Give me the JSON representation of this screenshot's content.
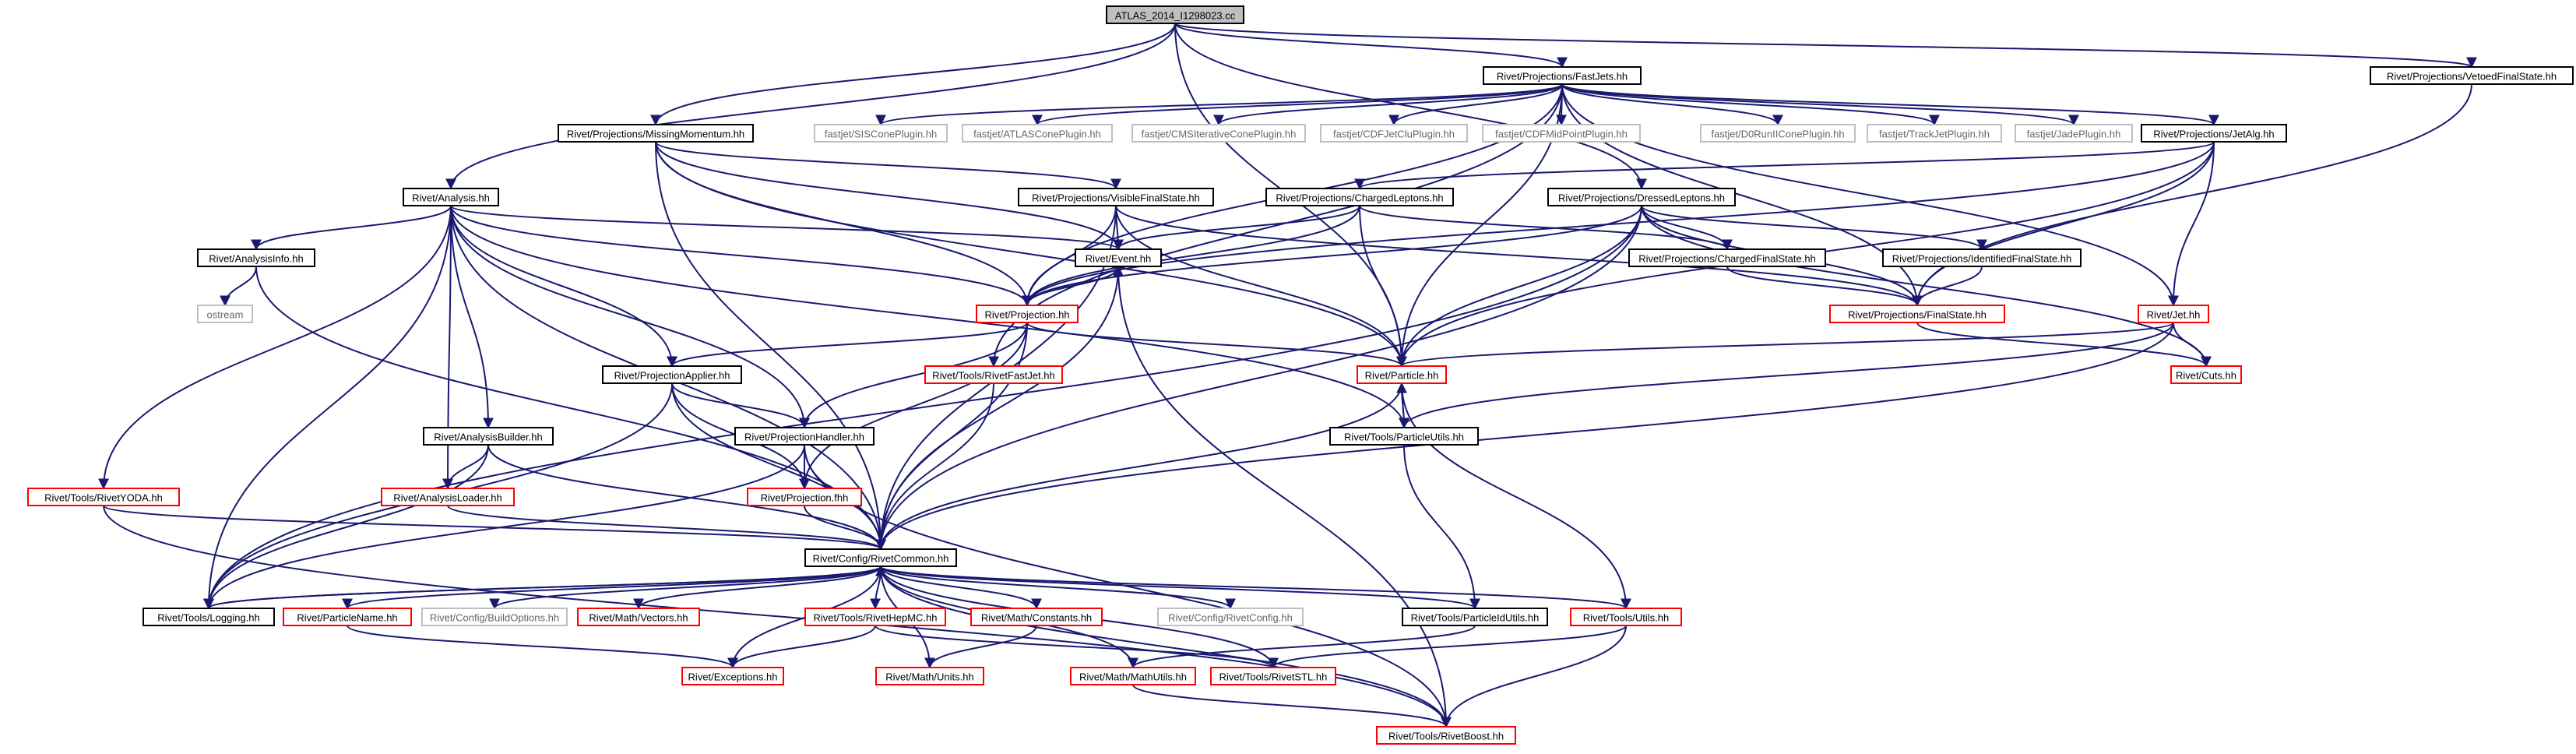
{
  "colors": {
    "edge": "#191970",
    "root_fill": "#bfbfbf",
    "root_border": "#000000",
    "documented_border": "#000000",
    "undocumented_border": "#ff0000",
    "external_border": "#bfbfbf",
    "external_text": "#666666",
    "background": "#ffffff"
  },
  "nodes": [
    {
      "id": "root",
      "label": "ATLAS_2014_I1298023.cc",
      "kind": "root"
    },
    {
      "id": "fastjets",
      "label": "Rivet/Projections/FastJets.hh",
      "kind": "documented"
    },
    {
      "id": "vetoedfs",
      "label": "Rivet/Projections/VetoedFinalState.hh",
      "kind": "documented"
    },
    {
      "id": "missingmom",
      "label": "Rivet/Projections/MissingMomentum.hh",
      "kind": "documented"
    },
    {
      "id": "siscone",
      "label": "fastjet/SISConePlugin.hh",
      "kind": "external"
    },
    {
      "id": "atlascone",
      "label": "fastjet/ATLASConePlugin.hh",
      "kind": "external"
    },
    {
      "id": "cmscone",
      "label": "fastjet/CMSIterativeConePlugin.hh",
      "kind": "external"
    },
    {
      "id": "cdfjetclu",
      "label": "fastjet/CDFJetCluPlugin.hh",
      "kind": "external"
    },
    {
      "id": "cdfmidpoint",
      "label": "fastjet/CDFMidPointPlugin.hh",
      "kind": "external"
    },
    {
      "id": "d0run",
      "label": "fastjet/D0RunIIConePlugin.hh",
      "kind": "external"
    },
    {
      "id": "trackjet",
      "label": "fastjet/TrackJetPlugin.hh",
      "kind": "external"
    },
    {
      "id": "jade",
      "label": "fastjet/JadePlugin.hh",
      "kind": "external"
    },
    {
      "id": "jetalg",
      "label": "Rivet/Projections/JetAlg.hh",
      "kind": "documented"
    },
    {
      "id": "analysis",
      "label": "Rivet/Analysis.hh",
      "kind": "documented"
    },
    {
      "id": "visiblefs",
      "label": "Rivet/Projections/VisibleFinalState.hh",
      "kind": "documented"
    },
    {
      "id": "chargedleptons",
      "label": "Rivet/Projections/ChargedLeptons.hh",
      "kind": "documented"
    },
    {
      "id": "dressedleptons",
      "label": "Rivet/Projections/DressedLeptons.hh",
      "kind": "documented"
    },
    {
      "id": "analysisinfo",
      "label": "Rivet/AnalysisInfo.hh",
      "kind": "documented"
    },
    {
      "id": "event",
      "label": "Rivet/Event.hh",
      "kind": "documented"
    },
    {
      "id": "chargedfs",
      "label": "Rivet/Projections/ChargedFinalState.hh",
      "kind": "documented"
    },
    {
      "id": "identifiedfs",
      "label": "Rivet/Projections/IdentifiedFinalState.hh",
      "kind": "documented"
    },
    {
      "id": "ostream",
      "label": "ostream",
      "kind": "external"
    },
    {
      "id": "projection",
      "label": "Rivet/Projection.hh",
      "kind": "undocumented"
    },
    {
      "id": "finalstate",
      "label": "Rivet/Projections/FinalState.hh",
      "kind": "undocumented"
    },
    {
      "id": "jet",
      "label": "Rivet/Jet.hh",
      "kind": "undocumented"
    },
    {
      "id": "rivetfastjet",
      "label": "Rivet/Tools/RivetFastJet.hh",
      "kind": "undocumented"
    },
    {
      "id": "particle",
      "label": "Rivet/Particle.hh",
      "kind": "undocumented"
    },
    {
      "id": "cuts",
      "label": "Rivet/Cuts.hh",
      "kind": "undocumented"
    },
    {
      "id": "projapplier",
      "label": "Rivet/ProjectionApplier.hh",
      "kind": "documented"
    },
    {
      "id": "analysisbuilder",
      "label": "Rivet/AnalysisBuilder.hh",
      "kind": "documented"
    },
    {
      "id": "projhandler",
      "label": "Rivet/ProjectionHandler.hh",
      "kind": "documented"
    },
    {
      "id": "particleutils",
      "label": "Rivet/Tools/ParticleUtils.hh",
      "kind": "documented"
    },
    {
      "id": "rivetyoda",
      "label": "Rivet/Tools/RivetYODA.hh",
      "kind": "undocumented"
    },
    {
      "id": "analysisloader",
      "label": "Rivet/AnalysisLoader.hh",
      "kind": "undocumented"
    },
    {
      "id": "projectionfhh",
      "label": "Rivet/Projection.fhh",
      "kind": "undocumented"
    },
    {
      "id": "rivetcommon",
      "label": "Rivet/Config/RivetCommon.hh",
      "kind": "documented"
    },
    {
      "id": "logging",
      "label": "Rivet/Tools/Logging.hh",
      "kind": "documented"
    },
    {
      "id": "particlename",
      "label": "Rivet/ParticleName.hh",
      "kind": "undocumented"
    },
    {
      "id": "buildoptions",
      "label": "Rivet/Config/BuildOptions.hh",
      "kind": "external"
    },
    {
      "id": "vectors",
      "label": "Rivet/Math/Vectors.hh",
      "kind": "undocumented"
    },
    {
      "id": "rivethepmc",
      "label": "Rivet/Tools/RivetHepMC.hh",
      "kind": "undocumented"
    },
    {
      "id": "constants",
      "label": "Rivet/Math/Constants.hh",
      "kind": "undocumented"
    },
    {
      "id": "rivetconfig",
      "label": "Rivet/Config/RivetConfig.hh",
      "kind": "external"
    },
    {
      "id": "particleidutils",
      "label": "Rivet/Tools/ParticleIdUtils.hh",
      "kind": "documented"
    },
    {
      "id": "utils",
      "label": "Rivet/Tools/Utils.hh",
      "kind": "undocumented"
    },
    {
      "id": "exceptions",
      "label": "Rivet/Exceptions.hh",
      "kind": "undocumented"
    },
    {
      "id": "units",
      "label": "Rivet/Math/Units.hh",
      "kind": "undocumented"
    },
    {
      "id": "mathutils",
      "label": "Rivet/Math/MathUtils.hh",
      "kind": "undocumented"
    },
    {
      "id": "rivetstl",
      "label": "Rivet/Tools/RivetSTL.hh",
      "kind": "undocumented"
    },
    {
      "id": "rivetboost",
      "label": "Rivet/Tools/RivetBoost.hh",
      "kind": "undocumented"
    }
  ],
  "edges": [
    [
      "root",
      "fastjets"
    ],
    [
      "root",
      "vetoedfs"
    ],
    [
      "root",
      "missingmom"
    ],
    [
      "root",
      "analysis"
    ],
    [
      "root",
      "dressedleptons"
    ],
    [
      "root",
      "particle"
    ],
    [
      "fastjets",
      "siscone"
    ],
    [
      "fastjets",
      "atlascone"
    ],
    [
      "fastjets",
      "cmscone"
    ],
    [
      "fastjets",
      "cdfjetclu"
    ],
    [
      "fastjets",
      "cdfmidpoint"
    ],
    [
      "fastjets",
      "d0run"
    ],
    [
      "fastjets",
      "trackjet"
    ],
    [
      "fastjets",
      "jade"
    ],
    [
      "fastjets",
      "jetalg"
    ],
    [
      "fastjets",
      "projection"
    ],
    [
      "fastjets",
      "particle"
    ],
    [
      "fastjets",
      "jet"
    ],
    [
      "fastjets",
      "finalstate"
    ],
    [
      "fastjets",
      "rivetfastjet"
    ],
    [
      "vetoedfs",
      "finalstate"
    ],
    [
      "missingmom",
      "event"
    ],
    [
      "missingmom",
      "projection"
    ],
    [
      "missingmom",
      "visiblefs"
    ],
    [
      "missingmom",
      "particle"
    ],
    [
      "missingmom",
      "rivetcommon"
    ],
    [
      "jetalg",
      "chargedleptons"
    ],
    [
      "jetalg",
      "projection"
    ],
    [
      "jetalg",
      "finalstate"
    ],
    [
      "jetalg",
      "jet"
    ],
    [
      "jetalg",
      "particle"
    ],
    [
      "analysis",
      "analysisinfo"
    ],
    [
      "analysis",
      "event"
    ],
    [
      "analysis",
      "projection"
    ],
    [
      "analysis",
      "projapplier"
    ],
    [
      "analysis",
      "projhandler"
    ],
    [
      "analysis",
      "analysisbuilder"
    ],
    [
      "analysis",
      "analysisloader"
    ],
    [
      "analysis",
      "rivetyoda"
    ],
    [
      "analysis",
      "logging"
    ],
    [
      "analysis",
      "rivetcommon"
    ],
    [
      "analysis",
      "particleutils"
    ],
    [
      "visiblefs",
      "finalstate"
    ],
    [
      "visiblefs",
      "event"
    ],
    [
      "visiblefs",
      "projection"
    ],
    [
      "visiblefs",
      "particle"
    ],
    [
      "visiblefs",
      "rivetcommon"
    ],
    [
      "chargedleptons",
      "chargedfs"
    ],
    [
      "chargedleptons",
      "event"
    ],
    [
      "chargedleptons",
      "projection"
    ],
    [
      "chargedleptons",
      "particle"
    ],
    [
      "dressedleptons",
      "chargedfs"
    ],
    [
      "dressedleptons",
      "identifiedfs"
    ],
    [
      "dressedleptons",
      "finalstate"
    ],
    [
      "dressedleptons",
      "projection"
    ],
    [
      "dressedleptons",
      "particle"
    ],
    [
      "dressedleptons",
      "logging"
    ],
    [
      "dressedleptons",
      "cuts"
    ],
    [
      "dressedleptons",
      "rivetcommon"
    ],
    [
      "analysisinfo",
      "ostream"
    ],
    [
      "analysisinfo",
      "rivetcommon"
    ],
    [
      "event",
      "projection"
    ],
    [
      "event",
      "rivetcommon"
    ],
    [
      "event",
      "rivetboost"
    ],
    [
      "chargedfs",
      "finalstate"
    ],
    [
      "identifiedfs",
      "finalstate"
    ],
    [
      "projection",
      "event"
    ],
    [
      "projection",
      "projapplier"
    ],
    [
      "projection",
      "projhandler"
    ],
    [
      "projection",
      "projectionfhh"
    ],
    [
      "projection",
      "particle"
    ],
    [
      "projection",
      "rivetcommon"
    ],
    [
      "finalstate",
      "cuts"
    ],
    [
      "jet",
      "cuts"
    ],
    [
      "jet",
      "particle"
    ],
    [
      "jet",
      "particleutils"
    ],
    [
      "jet",
      "rivetcommon"
    ],
    [
      "rivetfastjet",
      "rivetcommon"
    ],
    [
      "particle",
      "particleutils"
    ],
    [
      "particle",
      "utils"
    ],
    [
      "particle",
      "rivetcommon"
    ],
    [
      "particleutils",
      "particle"
    ],
    [
      "particleutils",
      "particleidutils"
    ],
    [
      "projapplier",
      "projhandler"
    ],
    [
      "projapplier",
      "projectionfhh"
    ],
    [
      "projapplier",
      "logging"
    ],
    [
      "projapplier",
      "rivetcommon"
    ],
    [
      "analysisbuilder",
      "analysisloader"
    ],
    [
      "analysisbuilder",
      "logging"
    ],
    [
      "analysisbuilder",
      "rivetcommon"
    ],
    [
      "projhandler",
      "projectionfhh"
    ],
    [
      "projhandler",
      "rivetcommon"
    ],
    [
      "projhandler",
      "logging"
    ],
    [
      "projhandler",
      "rivetboost"
    ],
    [
      "rivetyoda",
      "rivetcommon"
    ],
    [
      "rivetyoda",
      "rivetboost"
    ],
    [
      "analysisloader",
      "rivetcommon"
    ],
    [
      "projectionfhh",
      "rivetcommon"
    ],
    [
      "rivetcommon",
      "logging"
    ],
    [
      "rivetcommon",
      "particlename"
    ],
    [
      "rivetcommon",
      "buildoptions"
    ],
    [
      "rivetcommon",
      "vectors"
    ],
    [
      "rivetcommon",
      "rivethepmc"
    ],
    [
      "rivetcommon",
      "constants"
    ],
    [
      "rivetcommon",
      "rivetconfig"
    ],
    [
      "rivetcommon",
      "particleidutils"
    ],
    [
      "rivetcommon",
      "utils"
    ],
    [
      "rivetcommon",
      "exceptions"
    ],
    [
      "rivetcommon",
      "units"
    ],
    [
      "rivetcommon",
      "mathutils"
    ],
    [
      "rivetcommon",
      "rivetstl"
    ],
    [
      "rivetcommon",
      "rivetboost"
    ],
    [
      "logging",
      "rivetcommon"
    ],
    [
      "particlename",
      "exceptions"
    ],
    [
      "rivethepmc",
      "exceptions"
    ],
    [
      "rivethepmc",
      "rivetstl"
    ],
    [
      "constants",
      "units"
    ],
    [
      "particleidutils",
      "mathutils"
    ],
    [
      "utils",
      "rivetstl"
    ],
    [
      "utils",
      "rivetboost"
    ],
    [
      "mathutils",
      "rivetboost"
    ]
  ]
}
